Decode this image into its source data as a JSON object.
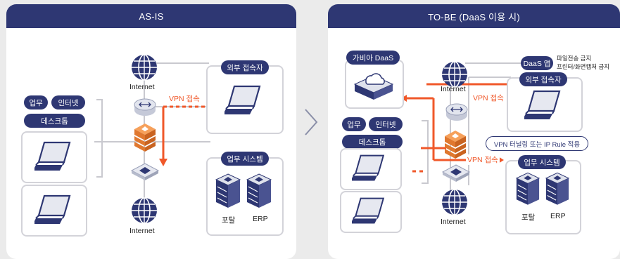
{
  "left": {
    "title": "AS-IS",
    "internet_top": "Internet",
    "internet_bottom": "Internet",
    "vpn": "VPN 접속",
    "external_user": "외부 접속자",
    "business_system": "업무 시스템",
    "portal": "포탈",
    "erp": "ERP",
    "desktop_tags": [
      "업무",
      "인터넷"
    ],
    "desktop": "데스크톱"
  },
  "right": {
    "title": "TO-BE  (DaaS 이용 시)",
    "daas_label": "가비아 DaaS",
    "daas_app": "DaaS 앱",
    "daas_notes": [
      "파일전송 금지",
      "프린터/화면캡처 금지"
    ],
    "external_user": "외부 접속자",
    "internet_top": "Internet",
    "internet_bottom": "Internet",
    "vpn_top": "VPN 접속",
    "vpn_bottom": "VPN 접속",
    "tunnel_note": "VPN 터널링 또는 IP Rule 적용",
    "business_system": "업무 시스템",
    "portal": "포탈",
    "erp": "ERP",
    "desktop_tags": [
      "업무",
      "인터넷"
    ],
    "desktop": "데스크톱"
  },
  "colors": {
    "navy": "#2e3773",
    "orange": "#f0582a",
    "gray_line": "#c9c9cf",
    "box_border": "#d3d3d9"
  },
  "icons": [
    "globe-icon",
    "router-icon",
    "firewall-icon",
    "switch-icon",
    "laptop-icon",
    "server-icon",
    "cloud-icon",
    "chevron-right-icon"
  ]
}
